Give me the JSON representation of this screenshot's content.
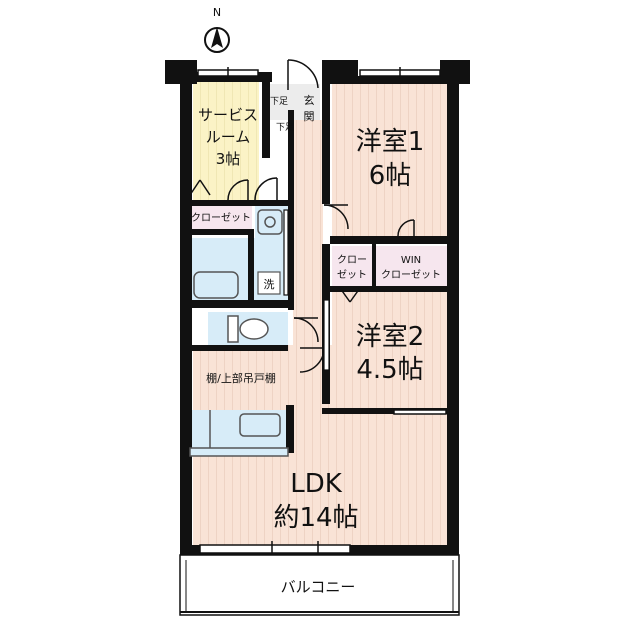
{
  "compass": {
    "north_label": "N"
  },
  "rooms": {
    "service_room": {
      "line1": "サービス",
      "line2": "ルーム",
      "line3": "3帖"
    },
    "entrance": {
      "line1": "玄",
      "line2": "関"
    },
    "shoe_storage": {
      "label": "下足"
    },
    "western1": {
      "name": "洋室1",
      "size": "6帖"
    },
    "western2": {
      "name": "洋室2",
      "size": "4.5帖"
    },
    "closet_service": {
      "label": "クローゼット"
    },
    "closet_small": {
      "line1": "クロー",
      "line2": "ゼット"
    },
    "win_closet": {
      "line1": "WIN",
      "line2": "クローゼット"
    },
    "washer": {
      "label": "洗"
    },
    "shelf": {
      "label": "棚/上部吊戸棚"
    },
    "ldk": {
      "name": "LDK",
      "size": "約14帖"
    },
    "balcony": {
      "label": "バルコニー"
    }
  },
  "colors": {
    "service_room_fill": "#fbf3c6",
    "wood_fill": "#f9e3d6",
    "wet_area_fill": "#d7ecf8",
    "closet_fill": "#f6e6ee",
    "wall": "#111111"
  },
  "icons": [
    "north-arrow-icon",
    "door-swing-icon",
    "window-icon",
    "bathtub-icon",
    "toilet-icon",
    "sink-icon",
    "kitchen-sink-icon"
  ]
}
